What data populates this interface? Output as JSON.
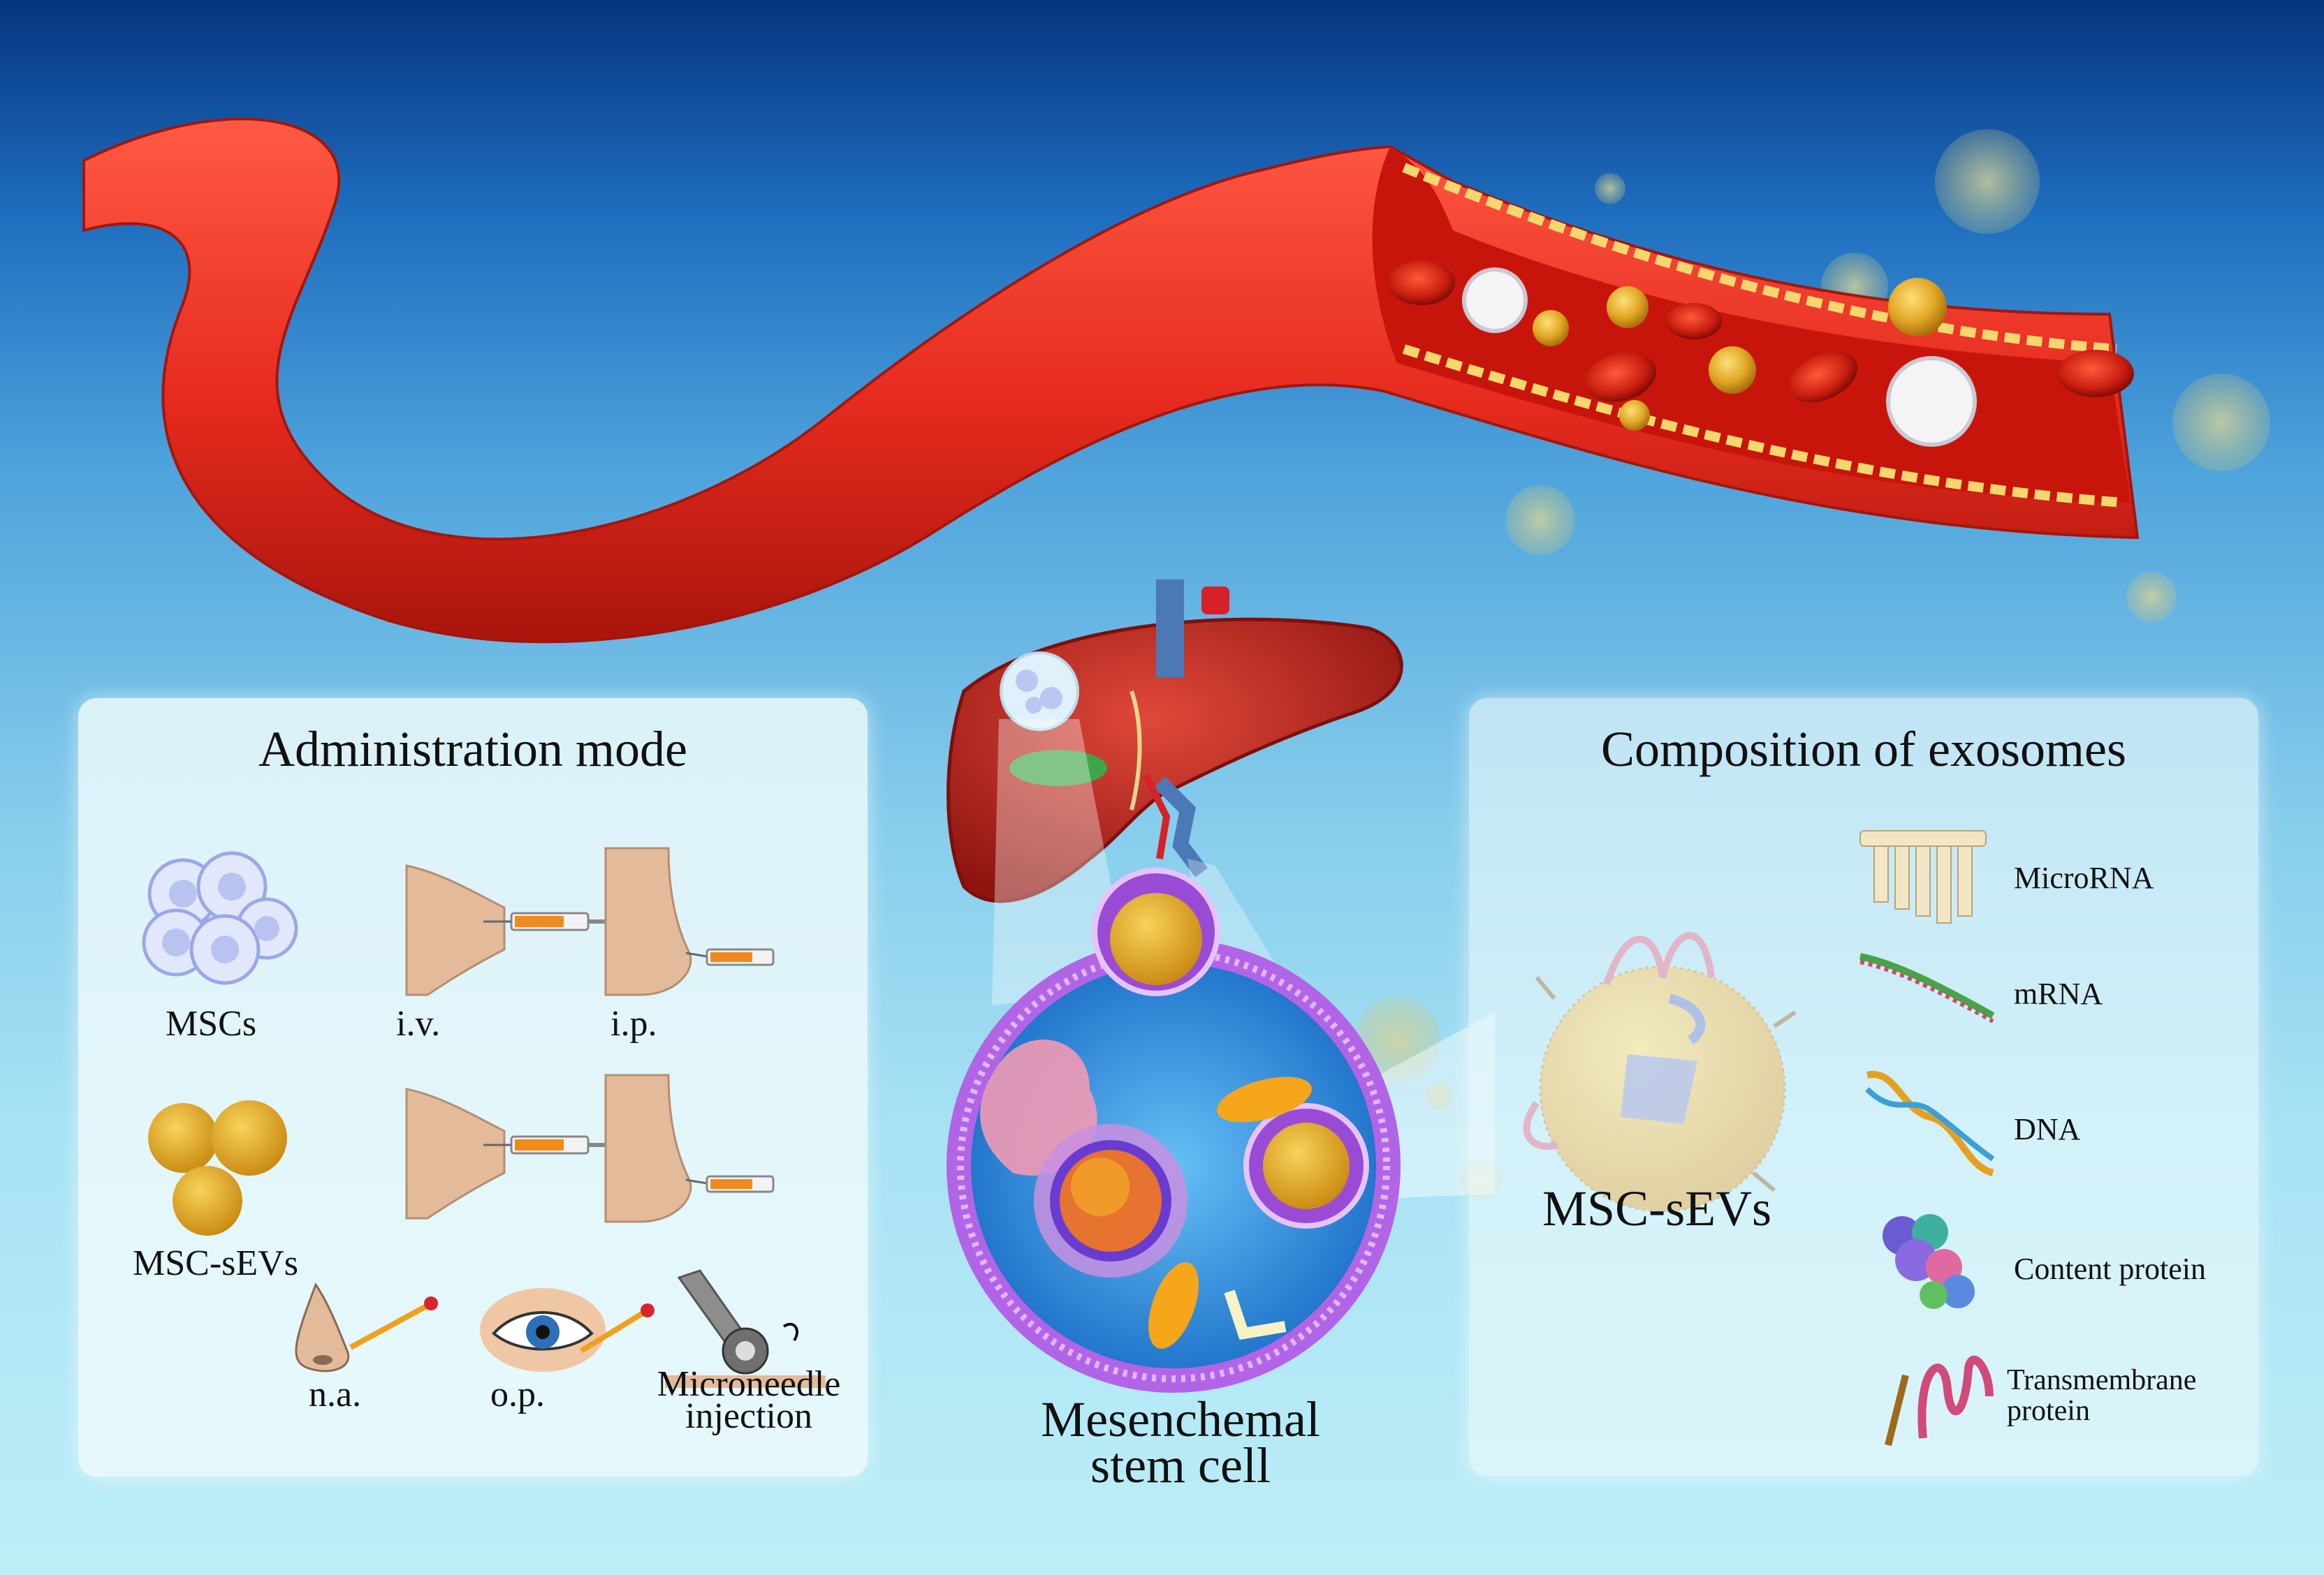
{
  "admin": {
    "title": "Administration mode",
    "mscs": "MSCs",
    "iv": "i.v.",
    "ip": "i.p.",
    "msc_sevs": "MSC-sEVs",
    "na": "n.a.",
    "op": "o.p.",
    "microneedle": "Microneedle",
    "injection": "injection"
  },
  "center": {
    "line1": "Mesenchemal",
    "line2": "stem cell"
  },
  "composition": {
    "title": "Composition of exosomes",
    "vesicle": "MSC-sEVs",
    "microrna": "MicroRNA",
    "mrna": "mRNA",
    "dna": "DNA",
    "content_protein": "Content protein",
    "transmembrane_1": "Transmembrane",
    "transmembrane_2": "protein"
  },
  "colors": {
    "vessel": "#e52a1e",
    "vessel_inner": "#d11a12",
    "vesicle_gold": "#e7b02a",
    "cell_purple": "#9a4bd6",
    "cytoplasm": "#2f8fe0",
    "liver": "#b8221c"
  }
}
